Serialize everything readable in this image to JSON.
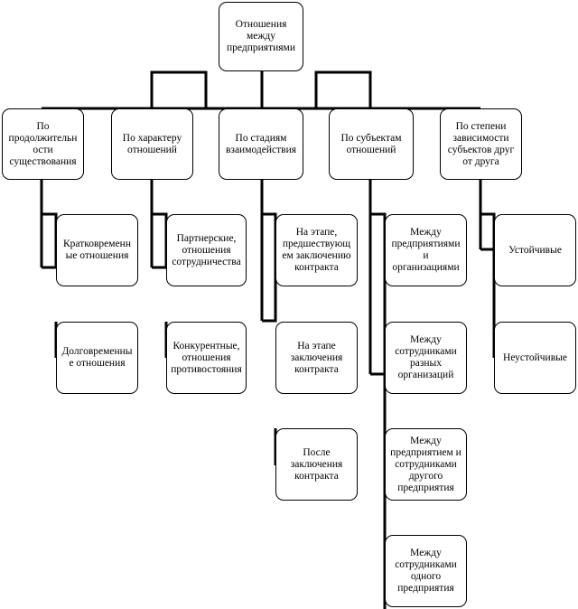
{
  "root": {
    "label": "Отношения между предприятиями"
  },
  "categories": [
    {
      "label": "По продолжительн ости существования",
      "items": [
        "Кратковременн ые отношения",
        "Долговременны е отношения"
      ]
    },
    {
      "label": "По характеру отношений",
      "items": [
        "Партнерские, отношения сотрудничества",
        "Конкурентные, отношения противостояния"
      ]
    },
    {
      "label": "По стадиям взаимодействия",
      "items": [
        "На этапе, предшествующ ем заключению контракта",
        "На этапе заключения контракта",
        "После заключения контракта"
      ]
    },
    {
      "label": "По субъектам отношений",
      "items": [
        "Между предприятиями и организациями",
        "Между сотрудниками разных организаций",
        "Между предприятием и сотрудниками другого предприятия",
        "Между сотрудниками одного предприятия"
      ]
    },
    {
      "label": "По степени зависимости субъектов друг от друга",
      "items": [
        "Устойчивые",
        "Неустойчивые"
      ]
    }
  ]
}
